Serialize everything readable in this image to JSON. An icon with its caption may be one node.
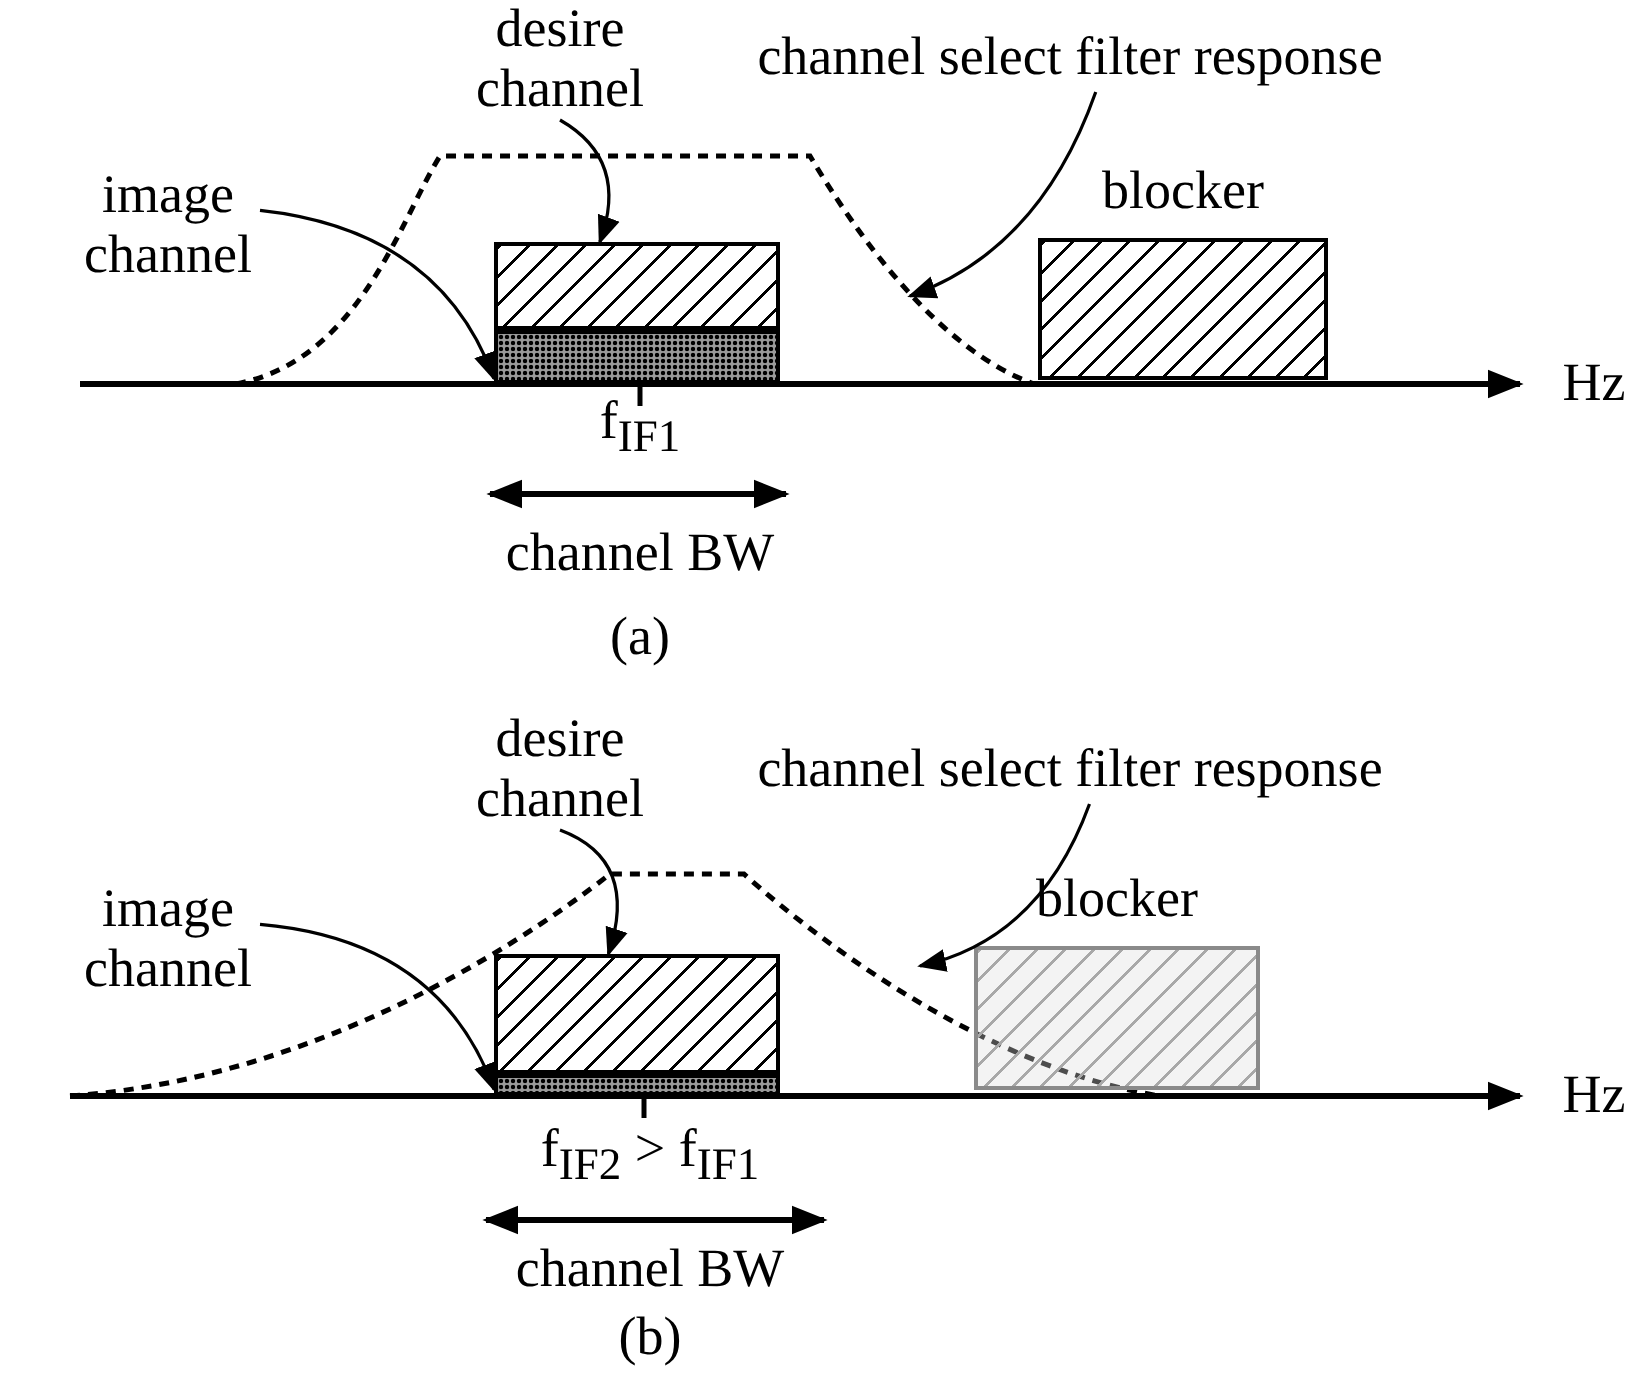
{
  "diagram": {
    "nodes": [
      {
        "text": [
          "desire channel"
        ]
      },
      {
        "text": [],
        "shape": "box"
      },
      {
        "text": [
          "image channel"
        ]
      },
      {
        "text": [],
        "shape": "bar"
      },
      {
        "text": [
          "channel select filter response"
        ]
      },
      {
        "text": [
          "blocker"
        ]
      },
      {
        "text": [
          "desire channel"
        ]
      },
      {
        "text": [],
        "shape": "box"
      },
      {
        "text": [
          "image channel"
        ]
      },
      {
        "text": [],
        "shape": "bar"
      },
      {
        "text": [
          "channel select filter response"
        ]
      },
      {
        "text": [
          "blocker"
        ]
      }
    ],
    "edges": [
      {
        "from": 0,
        "to": 1,
        "arrow": "to"
      },
      {
        "from": 2,
        "to": 3,
        "arrow": "to"
      },
      {
        "from": 4,
        "to": null,
        "arrow": "to"
      },
      {
        "from": 6,
        "to": 7,
        "arrow": "to"
      },
      {
        "from": 8,
        "to": 9,
        "arrow": "to"
      },
      {
        "from": 10,
        "to": null,
        "arrow": "to"
      }
    ],
    "labels": [
      "Hz",
      "f$_{IF1}$",
      "channel BW",
      "(a)",
      "Hz",
      "f$_{IF2}$ > f$_{IF1}$",
      "channel BW",
      "(b)"
    ]
  }
}
